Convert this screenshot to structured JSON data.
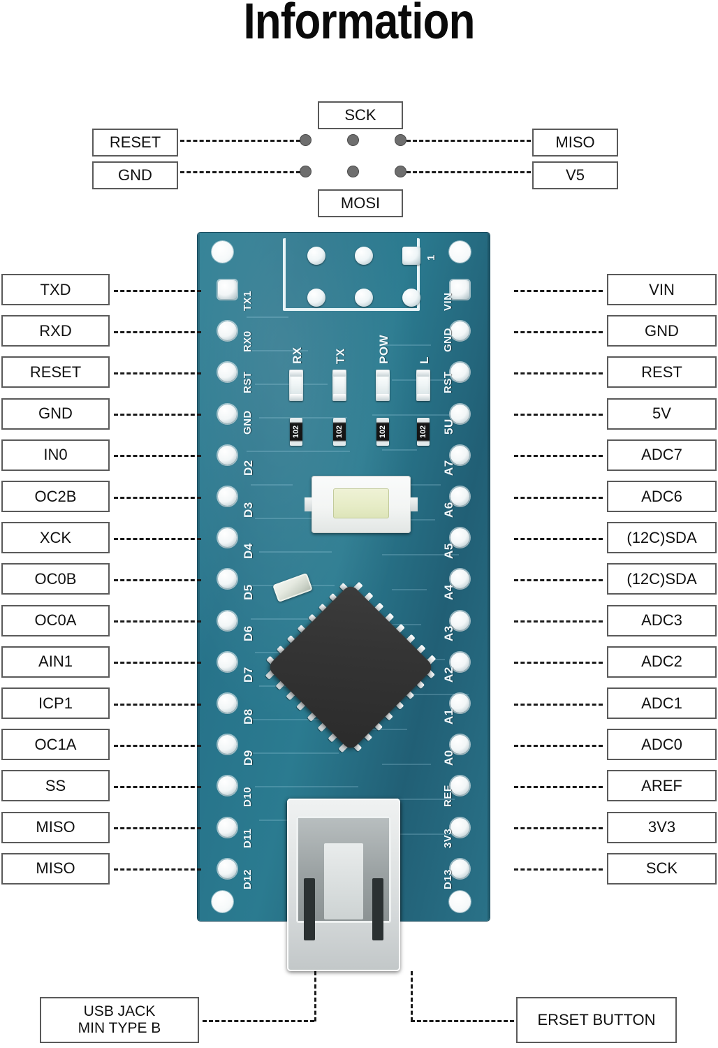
{
  "page": {
    "title": "Information"
  },
  "icsp": {
    "top_label": "SCK",
    "bottom_label": "MOSI",
    "left_labels": [
      "RESET",
      "GND"
    ],
    "right_labels": [
      "MISO",
      "V5"
    ],
    "pin_count": 6
  },
  "left_pins": [
    {
      "label": "TXD"
    },
    {
      "label": "RXD"
    },
    {
      "label": "RESET"
    },
    {
      "label": "GND"
    },
    {
      "label": "IN0"
    },
    {
      "label": "OC2B"
    },
    {
      "label": "XCK"
    },
    {
      "label": "OC0B"
    },
    {
      "label": "OC0A"
    },
    {
      "label": "AIN1"
    },
    {
      "label": "ICP1"
    },
    {
      "label": "OC1A"
    },
    {
      "label": "SS"
    },
    {
      "label": "MISO"
    },
    {
      "label": "MISO"
    }
  ],
  "right_pins": [
    {
      "label": "VIN"
    },
    {
      "label": "GND"
    },
    {
      "label": "REST"
    },
    {
      "label": "5V"
    },
    {
      "label": "ADC7"
    },
    {
      "label": "ADC6"
    },
    {
      "label": "(12C)SDA"
    },
    {
      "label": "(12C)SDA"
    },
    {
      "label": "ADC3"
    },
    {
      "label": "ADC2"
    },
    {
      "label": "ADC1"
    },
    {
      "label": "ADC0"
    },
    {
      "label": "AREF"
    },
    {
      "label": "3V3"
    },
    {
      "label": "SCK"
    }
  ],
  "board": {
    "silk_left": [
      "TX1",
      "RX0",
      "RST",
      "GND",
      "D2",
      "D3",
      "D4",
      "D5",
      "D6",
      "D7",
      "D8",
      "D9",
      "D10",
      "D11",
      "D12"
    ],
    "silk_right": [
      "VIN",
      "GND",
      "RST",
      "5U",
      "A7",
      "A6",
      "A5",
      "A4",
      "A3",
      "A2",
      "A1",
      "A0",
      "REF",
      "3V3",
      "D13"
    ],
    "led_labels": [
      "RX",
      "TX",
      "POW",
      "L"
    ],
    "resistor_code": "102",
    "icsp_pin1_marker": "1",
    "pcb_color": "#2b7b90",
    "pad_color": "#f2f6f7",
    "silk_color": "#f2fbff",
    "mcu_color": "#343434"
  },
  "bottom_callouts": {
    "usb": {
      "line1": "USB JACK",
      "line2": "MIN TYPE B"
    },
    "reset": {
      "label": "ERSET BUTTON"
    }
  }
}
